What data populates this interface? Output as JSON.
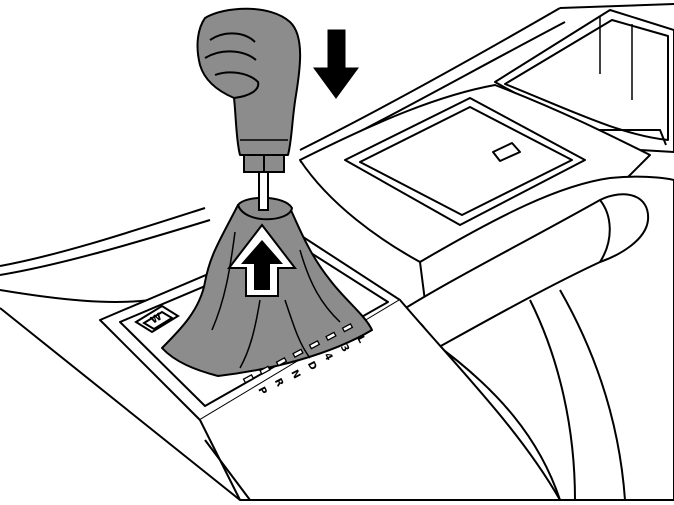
{
  "gear_positions": [
    "P",
    "R",
    "N",
    "D",
    "4",
    "3",
    "L"
  ],
  "mode_button_label": "W",
  "colors": {
    "line": "#000000",
    "part_fill": "#8c8c8c",
    "background": "#ffffff",
    "arrow_fill": "#000000"
  },
  "icons": [
    "arrow-down-icon",
    "arrow-up-icon"
  ]
}
